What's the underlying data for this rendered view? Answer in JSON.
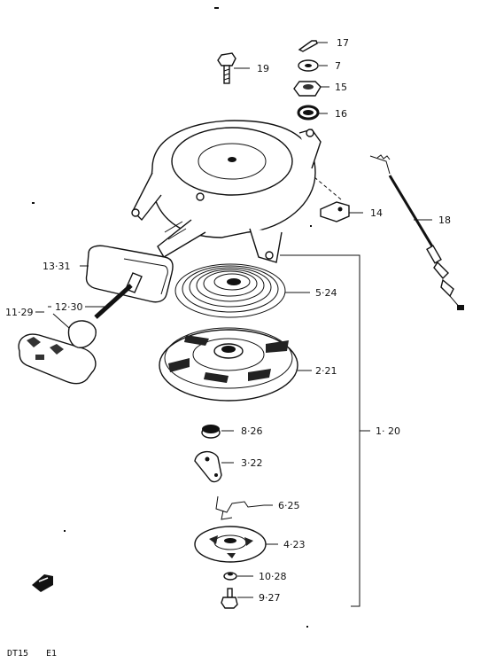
{
  "labels": {
    "p17": "17",
    "p7": "7",
    "p15": "15",
    "p16": "16",
    "p19": "19",
    "p14": "14",
    "p18": "18",
    "p13_31": "13·31",
    "p12_30": "12·30",
    "p11_29": "11·29",
    "p5_24": "5·24",
    "p2_21": "2·21",
    "p8_26": "8·26",
    "p3_22": "3·22",
    "p6_25": "6·25",
    "p4_23": "4·23",
    "p10_28": "10·28",
    "p9_27": "9·27",
    "p1_20": "1· 20"
  },
  "caption": {
    "model": "DT15",
    "code": "E1"
  }
}
